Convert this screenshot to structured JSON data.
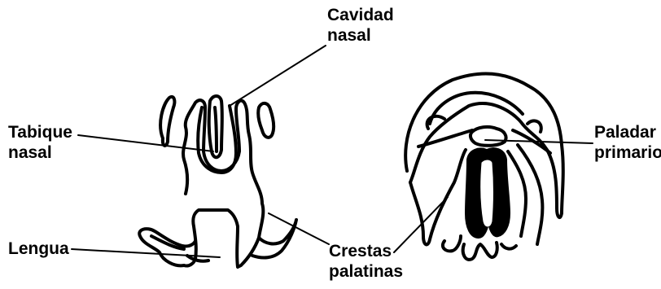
{
  "labels": {
    "cavidad_nasal": [
      "Cavidad",
      "nasal"
    ],
    "tabique_nasal": [
      "Tabique",
      "nasal"
    ],
    "lengua": "Lengua",
    "crestas_palatinas": [
      "Crestas",
      "palatinas"
    ],
    "paladar_primario": [
      "Paladar",
      "primario"
    ]
  }
}
